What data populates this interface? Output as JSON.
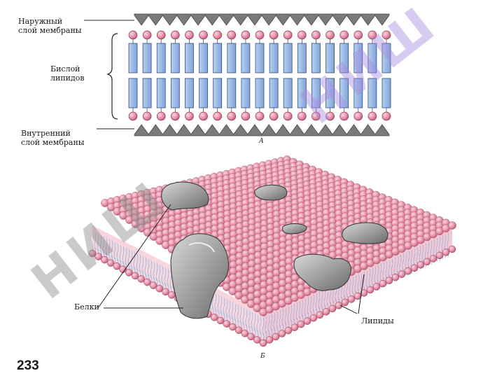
{
  "top_figure": {
    "letter": "А",
    "outer_layer_label": [
      "Наружный",
      "слой  мембраны"
    ],
    "bilayer_label": [
      "Бислой",
      "липидов"
    ],
    "inner_layer_label": [
      "Внутренний",
      "слой  мембраны"
    ]
  },
  "bottom_figure": {
    "letter": "Б",
    "proteins_label": "Белки",
    "lipids_label": "Липиды"
  },
  "page_number": "233",
  "colors": {
    "lipid_head": "#e58fa6",
    "lipid_tail": "#8fb3e0",
    "protein_layer": "#707070",
    "watermark": "#9a9a9a",
    "watermark_purple": "#a98be0"
  }
}
